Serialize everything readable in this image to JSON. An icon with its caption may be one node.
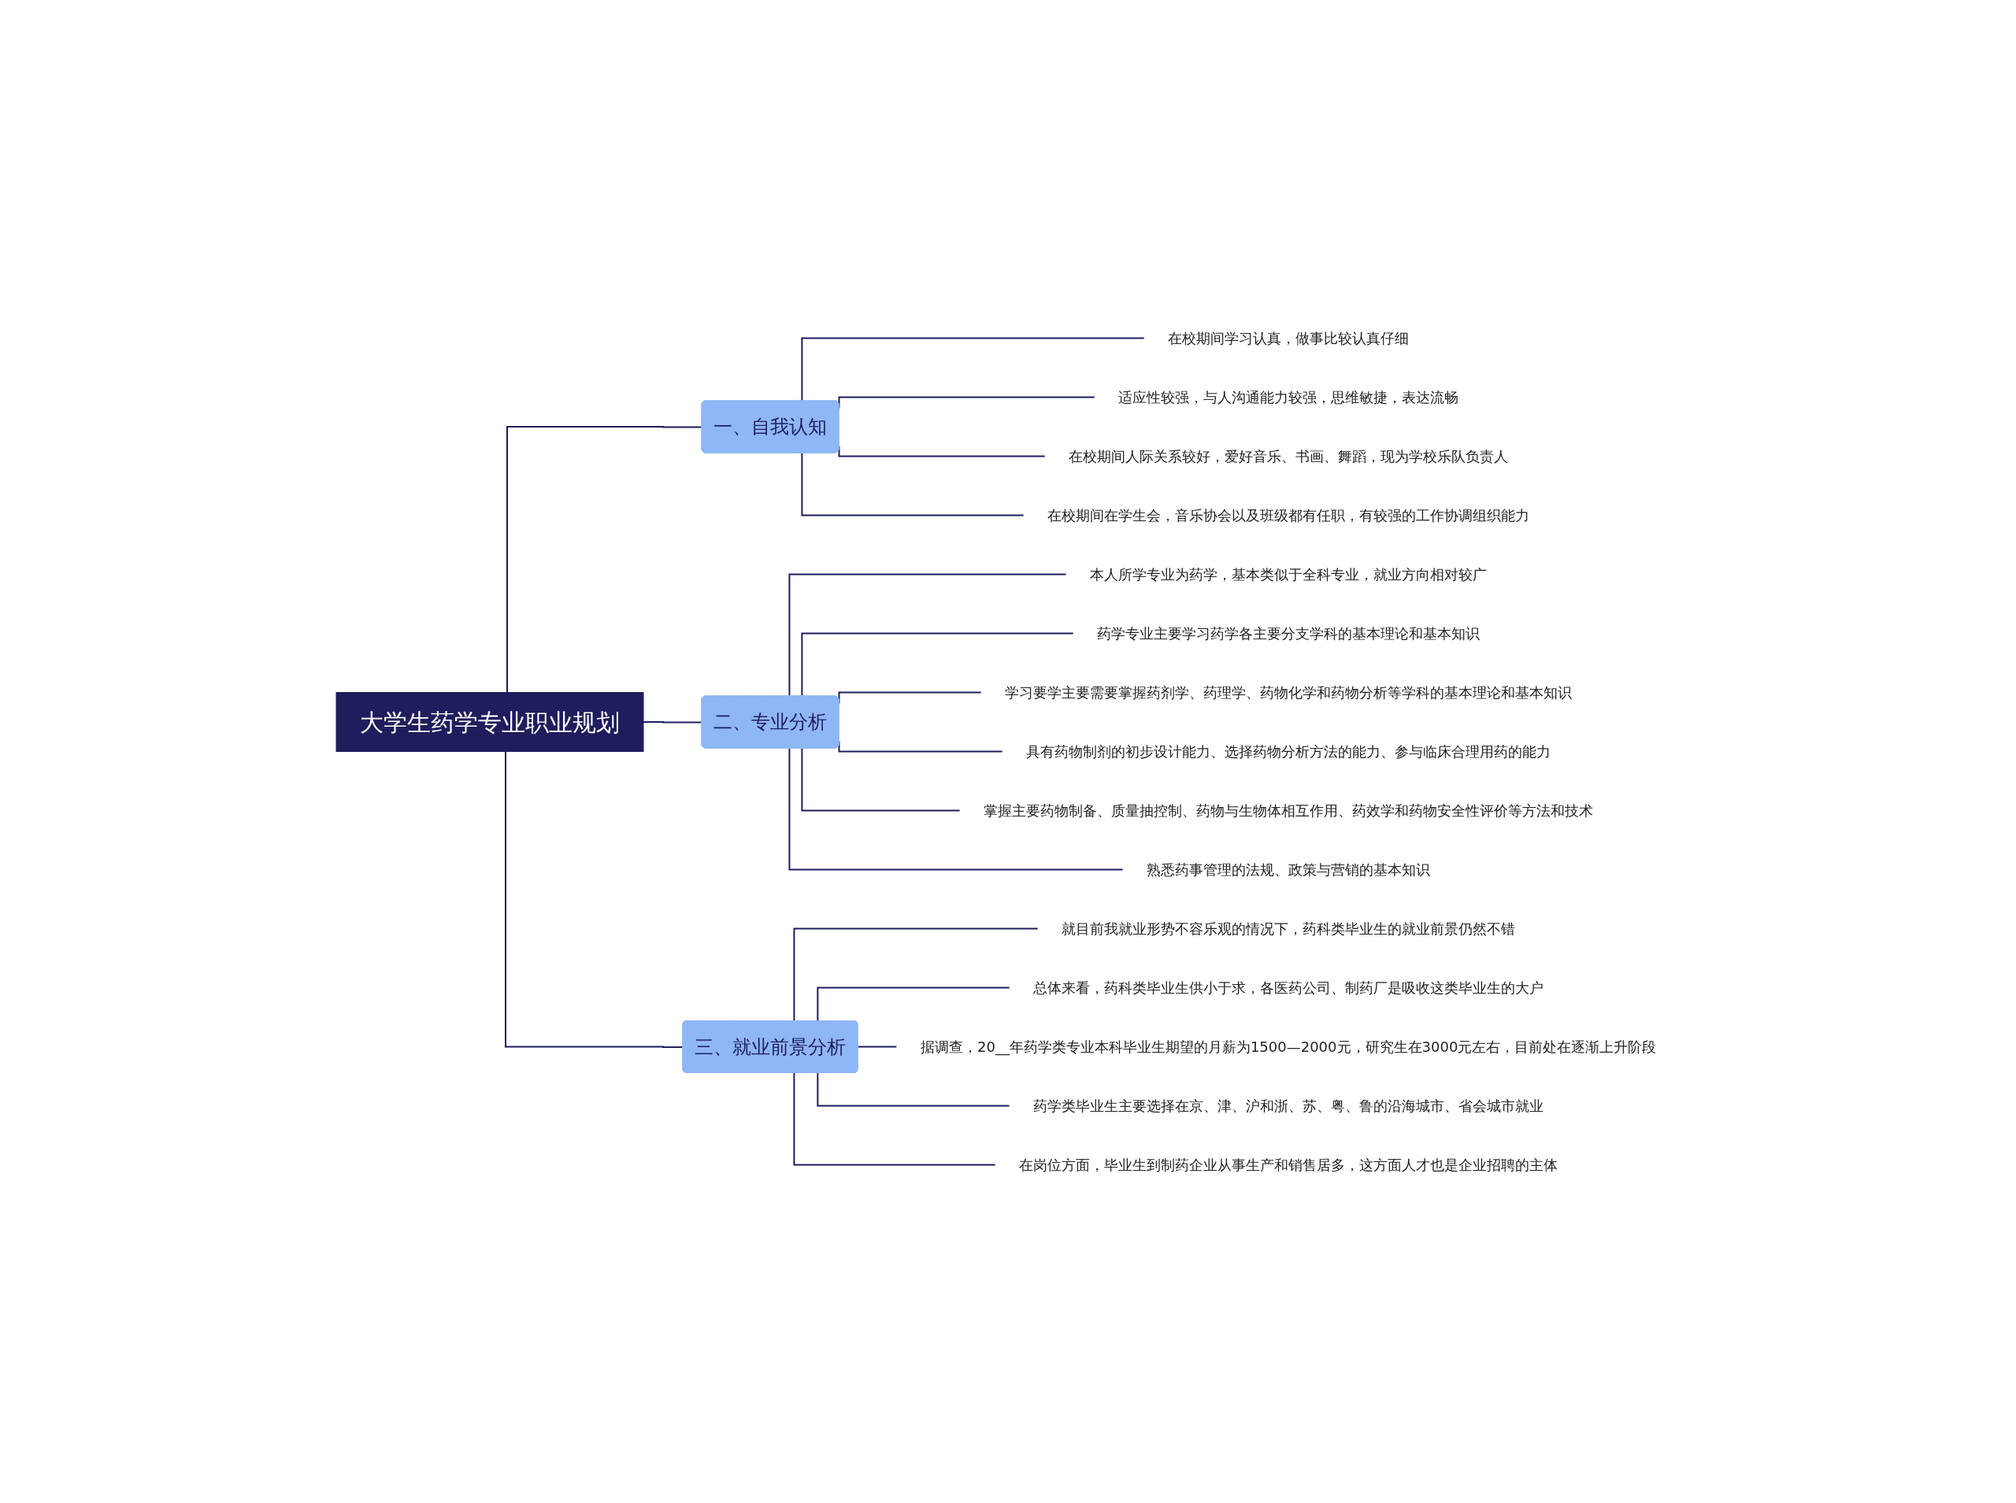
{
  "diagram": {
    "nodes": [
      {
        "text": [
          "大学生药学专业职业规划"
        ]
      },
      {
        "text": [
          "一、自我认知"
        ]
      },
      {
        "text": [
          "在校期间学习认真，做事比较认真仔细"
        ]
      },
      {
        "text": [
          "适应性较强，与人沟通能力较强，思维敏捷，表达流畅"
        ]
      },
      {
        "text": [
          "在校期间人际关系较好，爱好音乐、书画、舞蹈，现为学校乐队负责人"
        ]
      },
      {
        "text": [
          "在校期间在学生会，音乐协会以及班级都有任职，有较强的工作协调组织能力"
        ]
      },
      {
        "text": [
          "二、专业分析"
        ]
      },
      {
        "text": [
          "本人所学专业为药学，基本类似于全科专业，就业方向相对较广"
        ]
      },
      {
        "text": [
          "药学专业主要学习药学各主要分支学科的基本理论和基本知识"
        ]
      },
      {
        "text": [
          "学习要学主要需要掌握药剂学、药理学、药物化学和药物分析等学科的基本理论和基本知识"
        ]
      },
      {
        "text": [
          "具有药物制剂的初步设计能力、选择药物分析方法的能力、参与临床合理用药的能力"
        ]
      },
      {
        "text": [
          "掌握主要药物制备、质量抽控制、药物与生物体相互作用、药效学和药物安全性评价等方法和技术"
        ]
      },
      {
        "text": [
          "熟悉药事管理的法规、政策与营销的基本知识"
        ]
      },
      {
        "text": [
          "三、就业前景分析"
        ]
      },
      {
        "text": [
          "就目前我就业形势不容乐观的情况下，药科类毕业生的就业前景仍然不错"
        ]
      },
      {
        "text": [
          "总体来看，药科类毕业生供小于求，各医药公司、制药厂是吸收这类毕业生的大户"
        ]
      },
      {
        "text": [
          "据调查，20__年药学类专业本科毕业生期望的月薪为1500—2000元，研究生在3000元左右，目前处在逐渐上升阶段"
        ]
      },
      {
        "text": [
          "药学类毕业生主要选择在京、津、沪和浙、苏、粤、鲁的沿海城市、省会城市就业"
        ]
      },
      {
        "text": [
          "在岗位方面，毕业生到制药企业从事生产和销售居多，这方面人才也是企业招聘的主体"
        ]
      }
    ],
    "edges": [
      {
        "from": 0,
        "to": 1,
        "arrow": "none"
      },
      {
        "from": 0,
        "to": 6,
        "arrow": "none"
      },
      {
        "from": 0,
        "to": 13,
        "arrow": "none"
      },
      {
        "from": 1,
        "to": 2,
        "arrow": "none"
      },
      {
        "from": 1,
        "to": 3,
        "arrow": "none"
      },
      {
        "from": 1,
        "to": 4,
        "arrow": "none"
      },
      {
        "from": 1,
        "to": 5,
        "arrow": "none"
      },
      {
        "from": 6,
        "to": 7,
        "arrow": "none"
      },
      {
        "from": 6,
        "to": 8,
        "arrow": "none"
      },
      {
        "from": 6,
        "to": 9,
        "arrow": "none"
      },
      {
        "from": 6,
        "to": 10,
        "arrow": "none"
      },
      {
        "from": 6,
        "to": 11,
        "arrow": "none"
      },
      {
        "from": 6,
        "to": 12,
        "arrow": "none"
      },
      {
        "from": 13,
        "to": 14,
        "arrow": "none"
      },
      {
        "from": 13,
        "to": 15,
        "arrow": "none"
      },
      {
        "from": 13,
        "to": 16,
        "arrow": "none"
      },
      {
        "from": 13,
        "to": 17,
        "arrow": "none"
      },
      {
        "from": 13,
        "to": 18,
        "arrow": "none"
      }
    ]
  }
}
